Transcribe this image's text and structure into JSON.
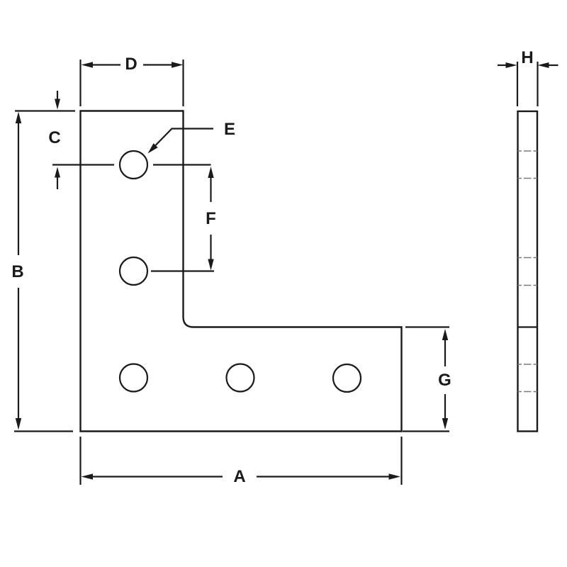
{
  "colors": {
    "line": "#1a1a1a",
    "hidden_line": "#7a7a7a",
    "background": "#ffffff"
  },
  "labels": {
    "A": "A",
    "B": "B",
    "C": "C",
    "D": "D",
    "E": "E",
    "F": "F",
    "G": "G",
    "H": "H"
  }
}
